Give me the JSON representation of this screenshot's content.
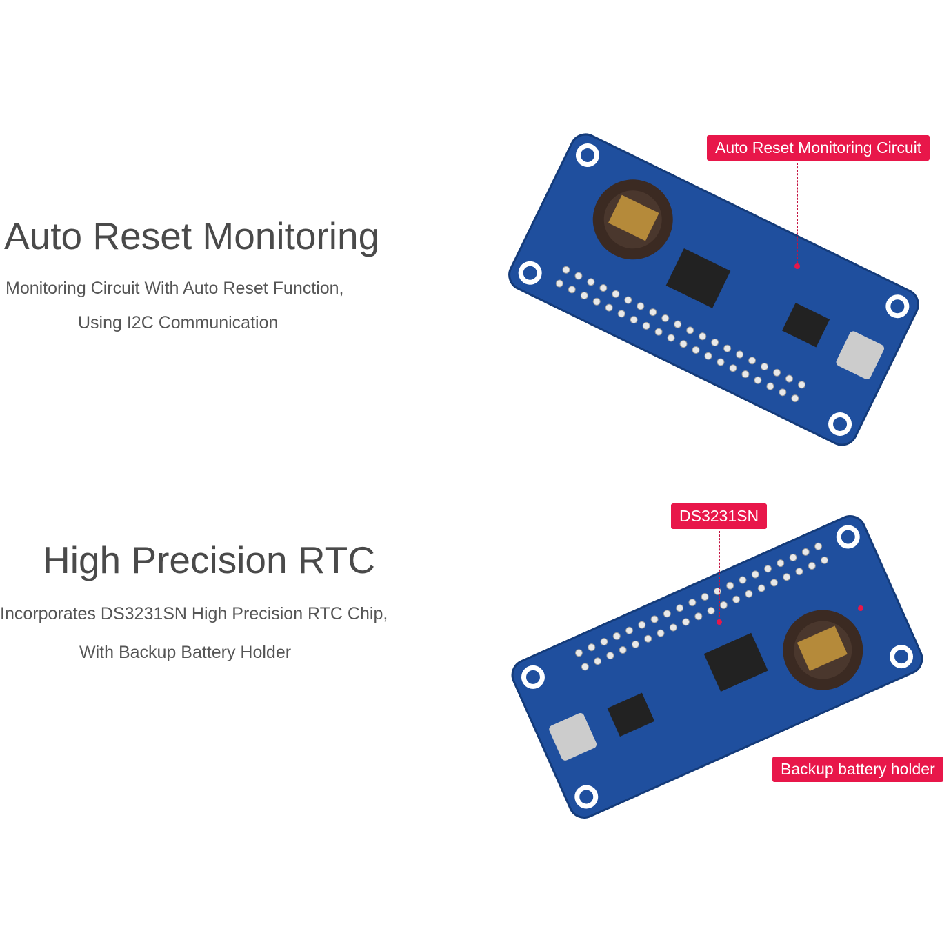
{
  "sections": [
    {
      "title": "Auto Reset Monitoring",
      "description_lines": [
        "Monitoring Circuit With Auto Reset Function,",
        "Using I2C Communication"
      ],
      "callout": "Auto Reset Monitoring Circuit"
    },
    {
      "title": "High Precision RTC",
      "description_lines": [
        "Incorporates DS3231SN High Precision RTC Chip,",
        "With Backup Battery Holder"
      ],
      "callouts": [
        "DS3231SN",
        "Backup battery holder"
      ]
    }
  ],
  "colors": {
    "board": "#1f4f9e",
    "callout": "#e8174a",
    "text": "#4a4a4a"
  }
}
